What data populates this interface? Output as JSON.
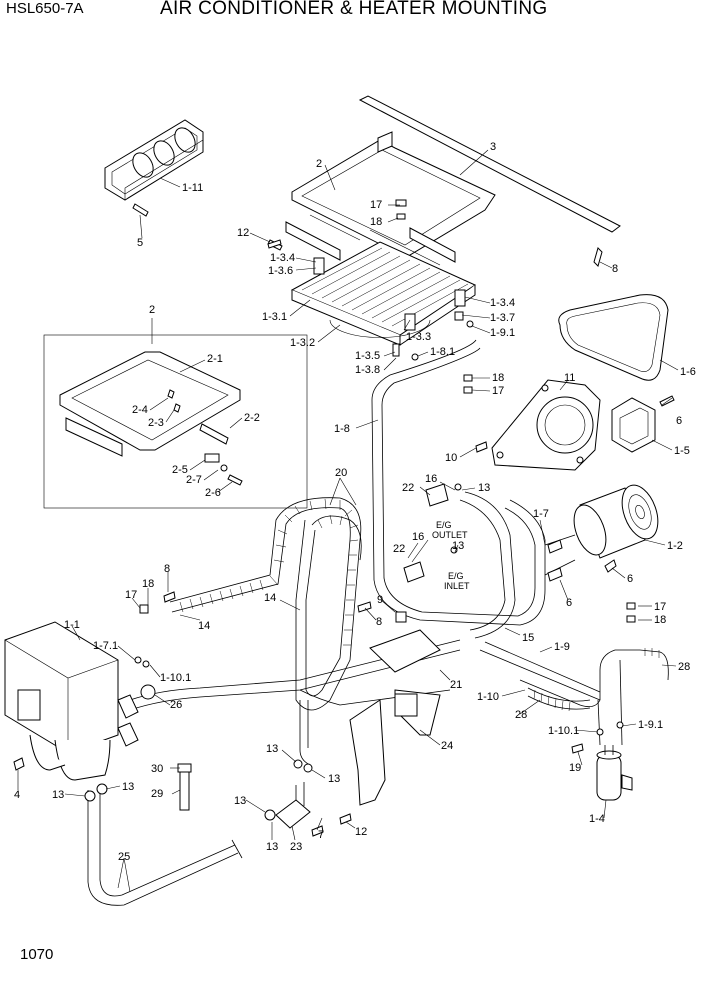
{
  "header": {
    "model": "HSL650-7A",
    "title": "AIR CONDITIONER & HEATER MOUNTING"
  },
  "page_number": "1070",
  "callouts": [
    "1-11",
    "5",
    "2",
    "3",
    "17",
    "18",
    "12",
    "1-3.4",
    "1-3.6",
    "8",
    "1-3.1",
    "1-3.2",
    "1-3.3",
    "1-3.4",
    "1-3.7",
    "1-9.1",
    "1-3.5",
    "1-3.8",
    "1-8.1",
    "18",
    "17",
    "1-6",
    "11",
    "2",
    "2-1",
    "2-2",
    "2-4",
    "2-3",
    "2-5",
    "2-7",
    "2-6",
    "1-8",
    "6",
    "1-5",
    "10",
    "20",
    "16",
    "22",
    "13",
    "1-7",
    "1-2",
    "22",
    "16",
    "13",
    "6",
    "6",
    "8",
    "18",
    "17",
    "14",
    "14",
    "9",
    "8",
    "17",
    "18",
    "1-1",
    "1-7.1",
    "15",
    "1-9",
    "28",
    "1-10.1",
    "26",
    "21",
    "1-10",
    "28",
    "1-10.1",
    "1-9.1",
    "24",
    "13",
    "19",
    "4",
    "13",
    "13",
    "30",
    "29",
    "13",
    "7",
    "12",
    "1-4",
    "13",
    "13",
    "23",
    "25"
  ],
  "labels": {
    "eg_outlet": [
      "E/G",
      "OUTLET"
    ],
    "eg_inlet": [
      "E/G",
      "INLET"
    ]
  }
}
